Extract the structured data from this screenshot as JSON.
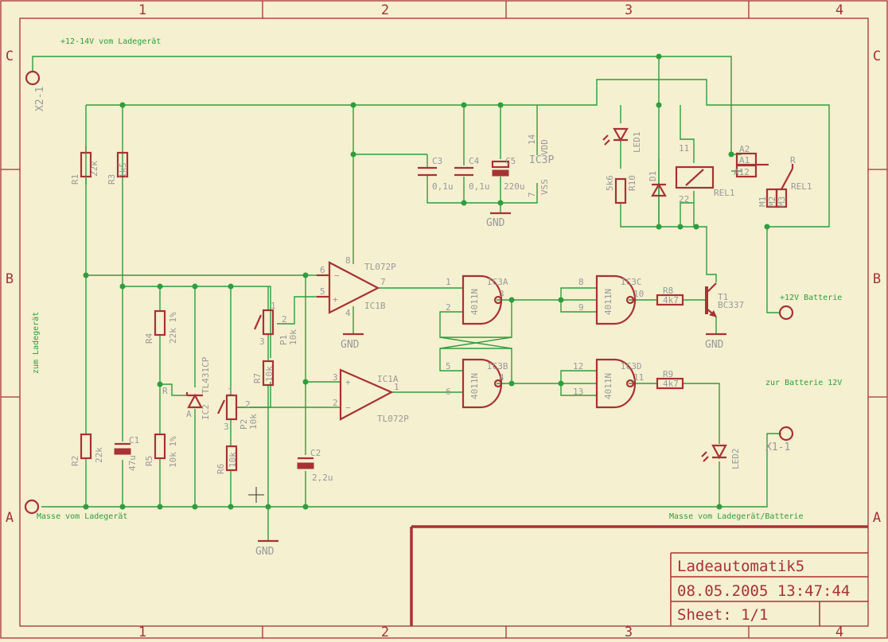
{
  "frame": {
    "columns": [
      "1",
      "2",
      "3",
      "4"
    ],
    "rows": [
      "C",
      "B",
      "A"
    ]
  },
  "title_block": {
    "name": "Ladeautomatik5",
    "date": "08.05.2005 13:47:44",
    "sheet": "Sheet: 1/1"
  },
  "nets": {
    "top": "+12-14V vom Ladegerät",
    "left": "zum Ladegerät",
    "bottom_left": "Masse vom Ladegerät",
    "bottom_right": "Masse vom Ladegerät/Batterie",
    "batt12": "+12V Batterie",
    "zur_batt": "zur Batterie 12V",
    "gnd": "GND"
  },
  "connectors": {
    "x2": "X2-1",
    "x1": "X1-1"
  },
  "parts": {
    "r1": {
      "name": "R1",
      "value": "22k"
    },
    "r2": {
      "name": "R2",
      "value": "22k"
    },
    "r3": {
      "name": "R3",
      "value": "1k5"
    },
    "r4": {
      "name": "R4",
      "value": "22k 1%"
    },
    "r5": {
      "name": "R5",
      "value": "10k 1%"
    },
    "r6": {
      "name": "R6",
      "value": "10k"
    },
    "r7": {
      "name": "R7",
      "value": "10k"
    },
    "r8": {
      "name": "R8",
      "value": "4k7"
    },
    "r9": {
      "name": "R9",
      "value": "4k7"
    },
    "r10": {
      "name": "R10",
      "value": "5k6"
    },
    "p1": {
      "name": "P1",
      "value": "10k"
    },
    "p2": {
      "name": "P2",
      "value": "10k"
    },
    "c1": {
      "name": "C1",
      "value": "47u"
    },
    "c2": {
      "name": "C2",
      "value": "2,2u"
    },
    "c3": {
      "name": "C3",
      "value": "0,1u"
    },
    "c4": {
      "name": "C4",
      "value": "0,1u"
    },
    "c5": {
      "name": "C5",
      "value": "220u"
    },
    "ic1a": {
      "name": "IC1A",
      "value": "TL072P"
    },
    "ic1b": {
      "name": "IC1B",
      "value": "TL072P"
    },
    "ic2": {
      "name": "IC2",
      "value": "TL431CP"
    },
    "ic3a": {
      "name": "IC3A",
      "value": "4011N"
    },
    "ic3b": {
      "name": "IC3B",
      "value": "4011N"
    },
    "ic3c": {
      "name": "IC3C",
      "value": "4011N"
    },
    "ic3d": {
      "name": "IC3D",
      "value": "4011N"
    },
    "ic3p": {
      "name": "IC3P",
      "vdd": "VDD",
      "vss": "VSS"
    },
    "t1": {
      "name": "T1",
      "value": "BC337"
    },
    "d1": {
      "name": "D1"
    },
    "led1": {
      "name": "LED1"
    },
    "led2": {
      "name": "LED2"
    },
    "rel1": {
      "name": "REL1",
      "coil": "REL1",
      "contact": "REL1"
    }
  },
  "pins": {
    "ic1b": [
      "6",
      "5",
      "7",
      "8",
      "4"
    ],
    "ic1a": [
      "3",
      "2",
      "1"
    ],
    "ic3a": [
      "1",
      "2",
      "3"
    ],
    "ic3b": [
      "5",
      "6",
      "4"
    ],
    "ic3c": [
      "8",
      "9",
      "10"
    ],
    "ic3d": [
      "12",
      "13",
      "11"
    ],
    "ic3p": [
      "14",
      "7"
    ],
    "p1": [
      "1",
      "2",
      "3"
    ],
    "p2": [
      "1",
      "2",
      "3"
    ],
    "ic2_pins": [
      "R",
      "A"
    ],
    "relay": [
      "11",
      "22",
      "A1",
      "A2",
      "A12",
      "M1",
      "M2",
      "M3",
      "R"
    ]
  }
}
